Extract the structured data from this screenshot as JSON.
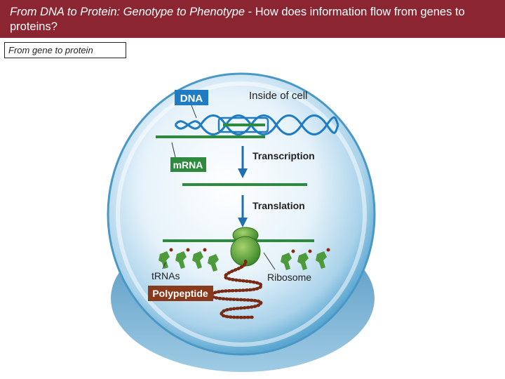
{
  "header": {
    "title_italic": "From DNA to Protein: Genotype to Phenotype",
    "title_rest": " - How does information flow from genes to proteins?"
  },
  "caption": {
    "text": "From gene to protein"
  },
  "figure": {
    "inside_of_cell": "Inside of cell",
    "dna_label": "DNA",
    "mrna_label": "mRNA",
    "transcription": "Transcription",
    "translation": "Translation",
    "trnas": "tRNAs",
    "ribosome": "Ribosome",
    "polypeptide": "Polypeptide"
  },
  "colors": {
    "header_bg": "#8a2531",
    "dna_blue": "#1f7cc4",
    "strand_green": "#2e8b3e",
    "polypeptide_bg": "#8a3a1c",
    "bead_brown": "#7a2a12"
  }
}
